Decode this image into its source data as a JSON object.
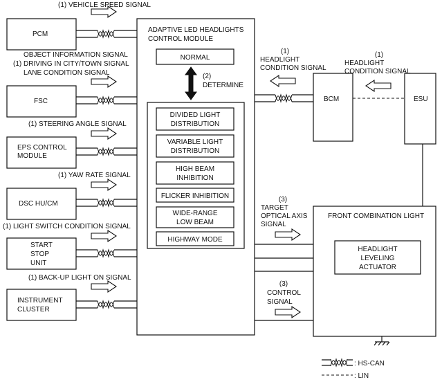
{
  "modules": {
    "pcm": "PCM",
    "fsc": "FSC",
    "eps": [
      "EPS CONTROL",
      "MODULE"
    ],
    "dsc": "DSC HU/CM",
    "start_stop": [
      "START",
      "STOP",
      "UNIT"
    ],
    "instrument": [
      "INSTRUMENT",
      "CLUSTER"
    ],
    "bcm": "BCM",
    "esu": "ESU",
    "front_light": "FRONT COMBINATION LIGHT",
    "leveling_actuator": [
      "HEADLIGHT",
      "LEVELING",
      "ACTUATOR"
    ]
  },
  "control_module": {
    "title": [
      "ADAPTIVE LED HEADLIGHTS",
      "CONTROL MODULE"
    ],
    "normal": "NORMAL",
    "determine": [
      "(2)",
      "DETERMINE"
    ],
    "functions": [
      [
        "DIVIDED  LIGHT",
        "DISTRIBUTION"
      ],
      [
        "VARIABLE LIGHT",
        "DISTRIBUTION"
      ],
      [
        "HIGH BEAM",
        "INHIBITION"
      ],
      [
        "FLICKER INHIBITION"
      ],
      [
        "WIDE-RANGE",
        "LOW BEAM"
      ],
      [
        "HIGHWAY MODE"
      ]
    ]
  },
  "signals": {
    "vehicle_speed": "(1) VEHICLE SPEED SIGNAL",
    "object_info": [
      "OBJECT INFORMATION SIGNAL",
      "(1) DRIVING IN CITY/TOWN SIGNAL",
      "LANE CONDITION SIGNAL"
    ],
    "steering_angle": "(1) STEERING ANGLE SIGNAL",
    "yaw_rate": "(1) YAW RATE SIGNAL",
    "light_switch": "(1) LIGHT SWITCH CONDITION SIGNAL",
    "backup_light": "(1) BACK-UP LIGHT ON SIGNAL",
    "headlight_cond_left": [
      "(1)",
      "HEADLIGHT",
      "CONDITION SIGNAL"
    ],
    "headlight_cond_right": [
      "(1)",
      "HEADLIGHT",
      "CONDITION SIGNAL"
    ],
    "target_axis": [
      "(3)",
      "TARGET",
      "OPTICAL AXIS",
      "SIGNAL"
    ],
    "control": [
      "(3)",
      "CONTROL",
      "SIGNAL"
    ]
  },
  "legend": {
    "hs_can": ": HS-CAN",
    "lin": ": LIN"
  }
}
